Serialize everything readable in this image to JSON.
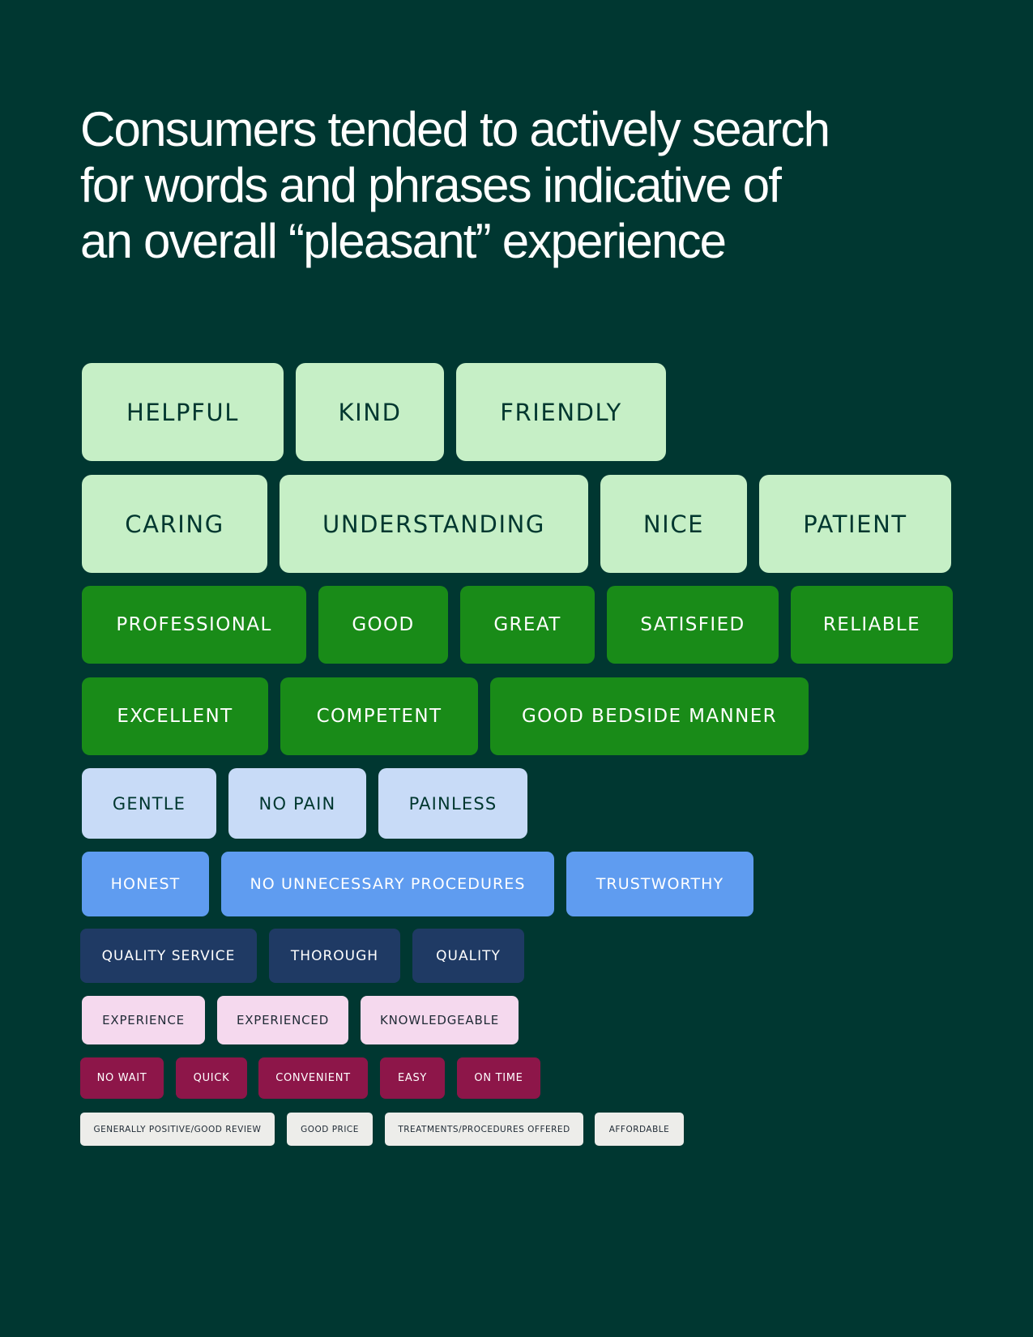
{
  "headline": {
    "line1": "Consumers tended to actively search",
    "line2": "for words and phrases indicative of",
    "line3": "an overall “pleasant” experience"
  },
  "tags": {
    "row1": [
      "HELPFUL",
      "KIND",
      "FRIENDLY"
    ],
    "row2": [
      "CARING",
      "UNDERSTANDING",
      "NICE",
      "PATIENT"
    ],
    "row3": [
      "PROFESSIONAL",
      "GOOD",
      "GREAT",
      "SATISFIED",
      "RELIABLE"
    ],
    "row4": [
      "EXCELLENT",
      "COMPETENT",
      "GOOD BEDSIDE MANNER"
    ],
    "row5": [
      "GENTLE",
      "NO PAIN",
      "PAINLESS"
    ],
    "row6": [
      "HONEST",
      "NO UNNECESSARY PROCEDURES",
      "TRUSTWORTHY"
    ],
    "row7": [
      "QUALITY SERVICE",
      "THOROUGH",
      "QUALITY"
    ],
    "row8": [
      "EXPERIENCE",
      "EXPERIENCED",
      "KNOWLEDGEABLE"
    ],
    "row9": [
      "NO WAIT",
      "QUICK",
      "CONVENIENT",
      "EASY",
      "ON TIME"
    ],
    "row10": [
      "GENERALLY POSITIVE/GOOD REVIEW",
      "GOOD PRICE",
      "TREATMENTS/PROCEDURES OFFERED",
      "AFFORDABLE"
    ]
  },
  "colors": {
    "background": "#003731",
    "light_green": "#c6efc6",
    "green": "#198b18",
    "light_blue": "#c8dbf7",
    "blue": "#5f9cf0",
    "navy": "#1f3a64",
    "pink": "#f5d9ee",
    "magenta": "#8d1649",
    "light_gray": "#ededea"
  }
}
